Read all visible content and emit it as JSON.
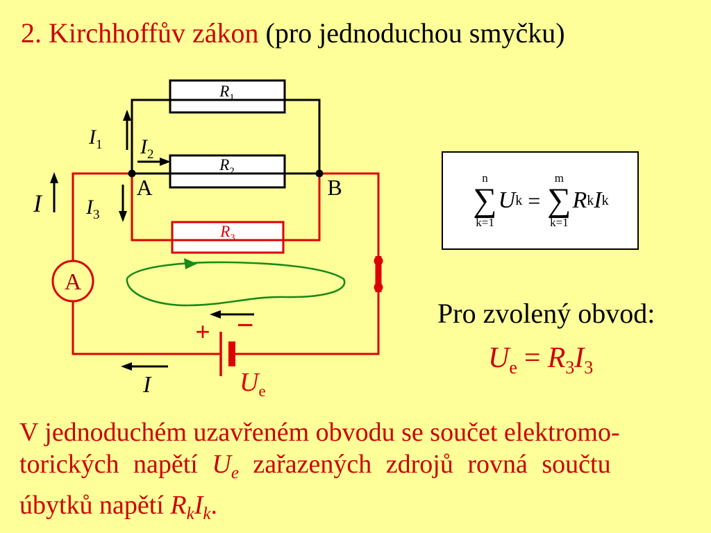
{
  "title": {
    "main": "2. Kirchhoffův zákon",
    "suffix": " (pro jednoduchou smyčku)"
  },
  "circuit": {
    "resistor1": {
      "base": "R",
      "sub": "1"
    },
    "resistor2": {
      "base": "R",
      "sub": "2"
    },
    "resistor3": {
      "base": "R",
      "sub": "3"
    },
    "node_a": "A",
    "node_b": "B",
    "ammeter_label": "A",
    "current_main": "I",
    "current_1": {
      "base": "I",
      "sub": "1"
    },
    "current_2": {
      "base": "I",
      "sub": "2"
    },
    "current_3": {
      "base": "I",
      "sub": "3"
    },
    "current_bottom": "I",
    "battery": {
      "plus": "+",
      "minus": "−",
      "emf_base": "U",
      "emf_sub": "e"
    }
  },
  "formula_box": {
    "sigma": "∑",
    "upper_n": "n",
    "upper_m": "m",
    "lower": "k=1",
    "U": "U",
    "R": "R",
    "I": "I",
    "sub_k": "k",
    "equals": "="
  },
  "chosen": {
    "heading": "Pro zvolený obvod:",
    "U": "U",
    "U_sub": "e",
    "equals": "=",
    "R": "R",
    "R_sub": "3",
    "I": "I",
    "I_sub": "3"
  },
  "paragraph": {
    "line1": "V jednoduchém uzavřeném obvodu se součet elektromo-",
    "line2_pre": "torických napětí ",
    "U": "U",
    "U_sub": "e",
    "line2_post": " zařazených zdrojů rovná součtu",
    "line3_pre": "úbytků napětí ",
    "R": "R",
    "R_sub": "k",
    "I": "I",
    "I_sub": "k",
    "line3_end": "."
  },
  "colors": {
    "background": "#FFFF99",
    "text_red": "#CC0000",
    "circuit_red": "#DD0000",
    "loop_green": "#1A8A1A",
    "black": "#000000",
    "box_fill": "#FFFFFF"
  }
}
